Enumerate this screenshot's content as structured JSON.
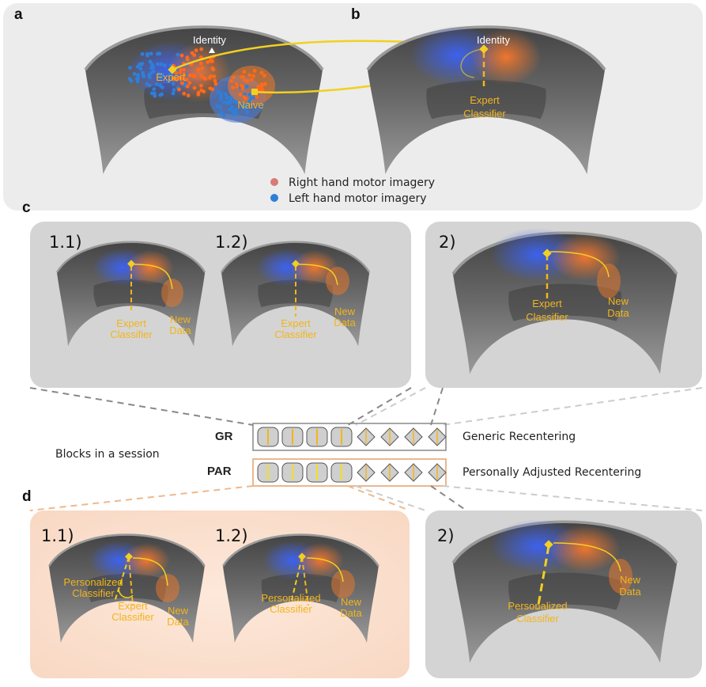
{
  "panels": {
    "a": "a",
    "b": "b",
    "c": "c",
    "d": "d"
  },
  "panel_a": {
    "identity": "Identity",
    "expert": "Expert",
    "naive": "Naive"
  },
  "panel_b": {
    "identity": "Identity",
    "expert_l1": "Expert",
    "expert_l2": "Classifier"
  },
  "legend": {
    "right": "Right hand motor imagery",
    "left": "Left hand motor imagery",
    "right_color": "#d77b76",
    "left_color": "#2f7fd9"
  },
  "panel_c": {
    "step11": "1.1)",
    "step12": "1.2)",
    "step2": "2)",
    "expert": "Expert",
    "classifier": "Classifier",
    "new": "New",
    "data": "Data"
  },
  "panel_d": {
    "step11": "1.1)",
    "step12": "1.2)",
    "step2": "2)",
    "personalized": "Personalized",
    "classifier": "Classifier",
    "expert": "Expert",
    "new": "New",
    "data": "Data"
  },
  "blocks": {
    "caption": "Blocks in a session",
    "gr": "GR",
    "par": "PAR",
    "gr_desc": "Generic Recentering",
    "par_desc": "Personally Adjusted Recentering",
    "gr_border": "#888888",
    "par_border": "#e4a06a"
  },
  "colors": {
    "accent": "#f2b51c",
    "blue": "#3a63e0",
    "orange": "#f07a2a",
    "peach": "#fbe4d4"
  }
}
